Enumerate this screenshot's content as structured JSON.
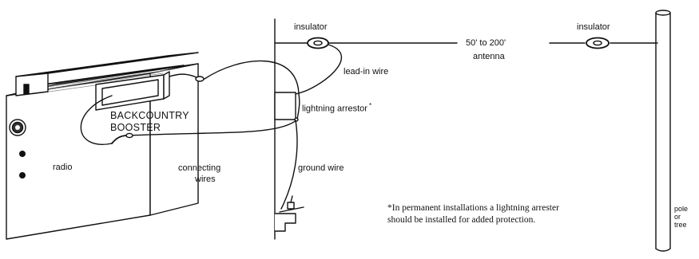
{
  "labels": {
    "insulator_left": "insulator",
    "insulator_right": "insulator",
    "antenna_length": "50' to 200'",
    "antenna": "antenna",
    "lead_in_wire": "lead-in wire",
    "lightning_arrestor": "lightning arrestor",
    "arrestor_mark": "*",
    "booster_line1": "BACKCOUNTRY",
    "booster_line2": "BOOSTER",
    "radio": "radio",
    "connecting_line1": "connecting",
    "connecting_line2": "wires",
    "ground_wire": "ground wire",
    "footnote_line1": "*In permanent installations a lightning arrester",
    "footnote_line2": "should be installed for added protection.",
    "pole_line1": "pole",
    "pole_line2": "or",
    "pole_line3": "tree"
  }
}
